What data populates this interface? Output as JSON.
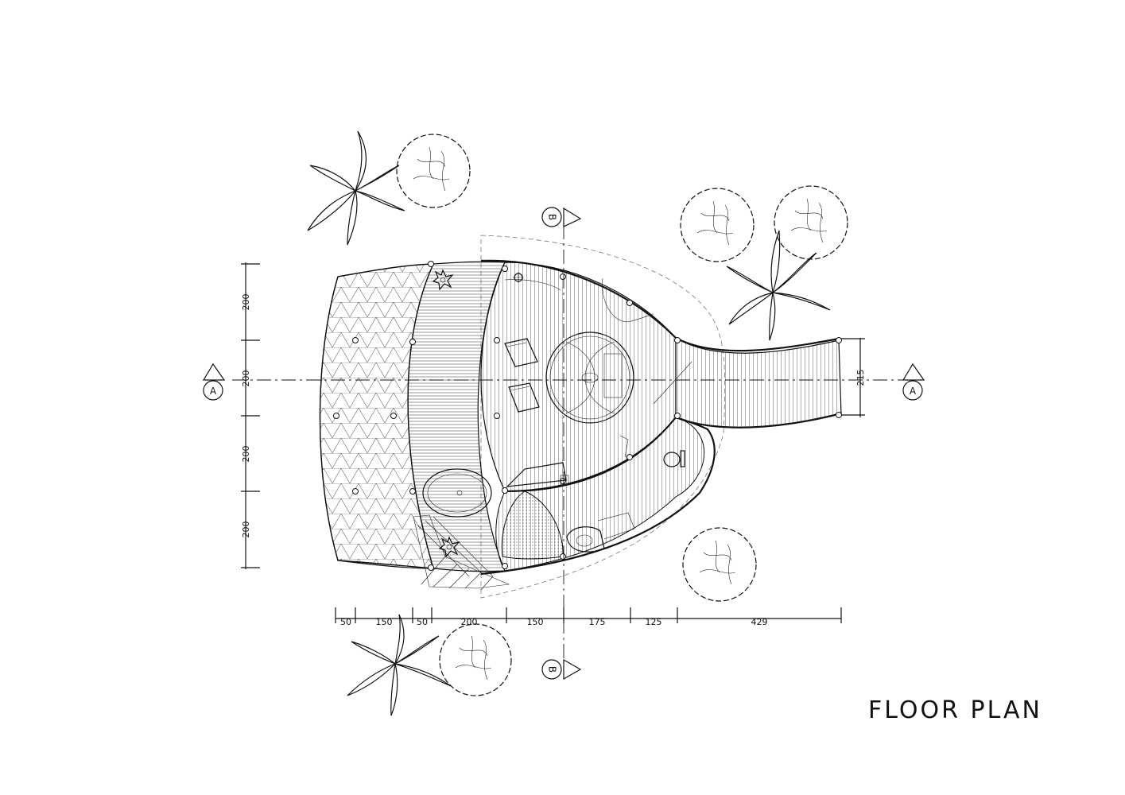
{
  "title": "FLOOR PLAN",
  "section_markers": {
    "a_left": "A",
    "a_right": "A",
    "b_top": "B",
    "b_bottom": "B"
  },
  "dimensions": {
    "left": [
      "200",
      "200",
      "200",
      "200"
    ],
    "right": [
      "215"
    ],
    "bottom": [
      "50",
      "150",
      "50",
      "200",
      "150",
      "175",
      "125",
      "429"
    ]
  },
  "colors": {
    "line": "#111111",
    "background": "#ffffff"
  }
}
